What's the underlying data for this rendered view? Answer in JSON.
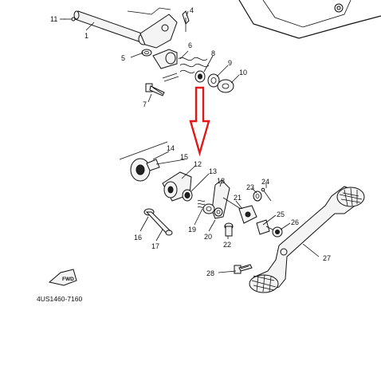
{
  "diagram": {
    "part_code": "4US1460-7160",
    "fwd_label": "FWD",
    "arrow_color": "#e01818",
    "callouts": [
      {
        "key": "n1",
        "label": "1"
      },
      {
        "key": "n4",
        "label": "4"
      },
      {
        "key": "n5",
        "label": "5"
      },
      {
        "key": "n6",
        "label": "6"
      },
      {
        "key": "n7",
        "label": "7"
      },
      {
        "key": "n8",
        "label": "8"
      },
      {
        "key": "n9",
        "label": "9"
      },
      {
        "key": "n10",
        "label": "10"
      },
      {
        "key": "n11",
        "label": "11"
      },
      {
        "key": "n12",
        "label": "12"
      },
      {
        "key": "n13",
        "label": "13"
      },
      {
        "key": "n14",
        "label": "14"
      },
      {
        "key": "n15",
        "label": "15"
      },
      {
        "key": "n16",
        "label": "16"
      },
      {
        "key": "n17",
        "label": "17"
      },
      {
        "key": "n18",
        "label": "18"
      },
      {
        "key": "n19",
        "label": "19"
      },
      {
        "key": "n20",
        "label": "20"
      },
      {
        "key": "n21",
        "label": "21"
      },
      {
        "key": "n22",
        "label": "22"
      },
      {
        "key": "n23",
        "label": "23"
      },
      {
        "key": "n24",
        "label": "24"
      },
      {
        "key": "n25",
        "label": "25"
      },
      {
        "key": "n26",
        "label": "26"
      },
      {
        "key": "n27",
        "label": "27"
      },
      {
        "key": "n28",
        "label": "28"
      }
    ]
  }
}
